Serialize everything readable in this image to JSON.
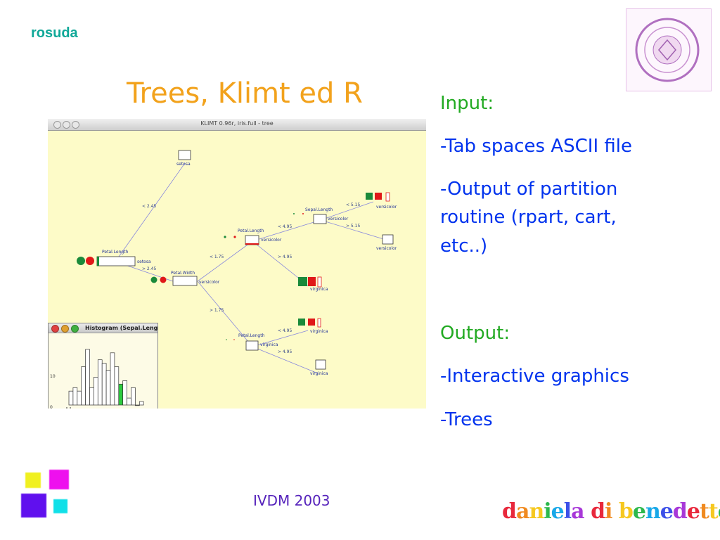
{
  "slide": {
    "brand": "rosuda",
    "title": "Trees, Klimt ed R",
    "footer": "IVDM 2003",
    "author": "daniela di benedetto"
  },
  "text": {
    "input_heading": "Input:",
    "input_items": [
      "-Tab spaces ASCII file",
      "-Output of partition",
      "routine (rpart, cart,",
      "etc..)"
    ],
    "output_heading": "Output:",
    "output_items": [
      "-Interactive graphics",
      "-Trees"
    ]
  },
  "screenshot": {
    "window_title": "KLIMT 0.96r, iris.full - tree",
    "nodes": {
      "root_var": "Petal.Length",
      "root_class": "setosa",
      "setosa_leaf": "setosa",
      "pw_var": "Petal.Width",
      "pw_class": "versicolor",
      "pl1_var": "Petal.Length",
      "pl1_class": "versicolor",
      "sl_var": "Sepal.Length",
      "sl_class": "versicolor",
      "leaf_a": "versicolor",
      "leaf_b": "versicolor",
      "leaf_c": "virginica",
      "pl2_var": "Petal.Length",
      "pl2_class": "virginica",
      "leaf_d": "virginica",
      "leaf_e": "virginica"
    },
    "rules": {
      "r1": "< 2.45",
      "r2": "> 2.45",
      "r3": "< 1.75",
      "r4": "> 1.75",
      "r5": "< 4.95",
      "r6": "> 4.95",
      "r7": "< 5.15",
      "r8": "> 5.15",
      "r9": "< 4.95",
      "r10": "> 4.95"
    },
    "histogram": {
      "title": "Histogram (Sepal.Leng",
      "y_ticks": [
        "10",
        "0"
      ],
      "y_range": [
        0,
        18
      ],
      "counts": [
        4,
        5,
        4,
        11,
        16,
        5,
        8,
        13,
        12,
        10,
        15,
        11,
        6,
        7,
        2,
        5,
        0,
        1
      ],
      "highlight_index": 12
    },
    "colors": {
      "setosa": "#1a8a3a",
      "versicolor": "#e01818",
      "virginica": "#e01818"
    }
  },
  "colors": {
    "brand": "#10a898",
    "title": "#f2a21c",
    "bullets": "#0033ee",
    "headings": "#22aa22",
    "footer": "#5522bb"
  }
}
